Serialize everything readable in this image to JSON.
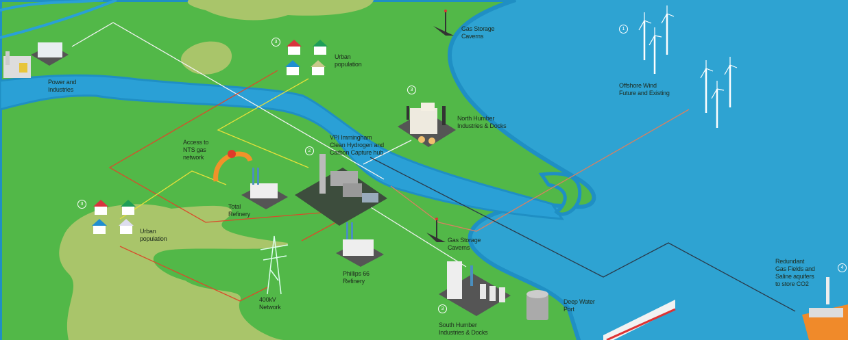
{
  "colors": {
    "land": "#52b848",
    "sea": "#2ea3d2",
    "river": "#2aa0d6",
    "sand": "#a9c56a",
    "electricity": "#d94b2b",
    "hydrogen": "#e6e03a",
    "co2": "#2a3a4a",
    "gas": "#ffffff"
  },
  "labels": {
    "power_industries": "Power and\nIndustries",
    "urban_north": "Urban\npopulation",
    "gas_storage_north": "Gas Storage\nCaverns",
    "offshore_wind": "Offshore Wind\nFuture and Existing",
    "north_humber": "North Humber\nIndustries & Docks",
    "vpi_hub": "VPI Immingham\nClean Hydrogen and\nCarbon Capture hub",
    "nts_access": "Access to\nNTS gas\nnetwork",
    "total_refinery": "Total\nRefinery",
    "urban_south": "Urban\npopulation",
    "phillips_refinery": "Phillips 66\nRefinery",
    "network_400kv": "400kV\nNetwork",
    "gas_storage_south": "Gas Storage\nCaverns",
    "south_humber": "South Humber\nIndustries & Docks",
    "deep_water_port": "Deep Water\nPort",
    "redundant_fields": "Redundant\nGas Fields and\nSaline aquifers\nto store CO2"
  },
  "markers": {
    "wind": "1",
    "hub": "2",
    "urban_north": "3",
    "north_humber": "3",
    "urban_south": "3",
    "south_humber": "3",
    "rig": "4"
  }
}
